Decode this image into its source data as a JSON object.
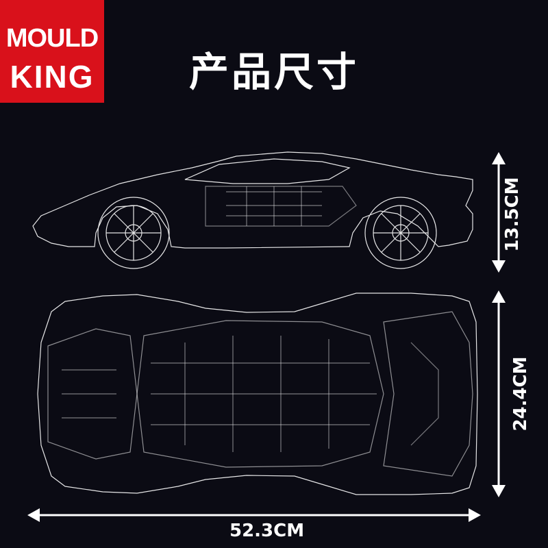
{
  "brand": {
    "logo_line1": "MOULD",
    "logo_line2": "KING",
    "color": "#d9111b"
  },
  "title": "产品尺寸",
  "dimensions": {
    "height": "13.5CM",
    "width": "24.4CM",
    "length": "52.3CM"
  },
  "colors": {
    "background": "#0b0b14",
    "lines": "#ffffff"
  }
}
